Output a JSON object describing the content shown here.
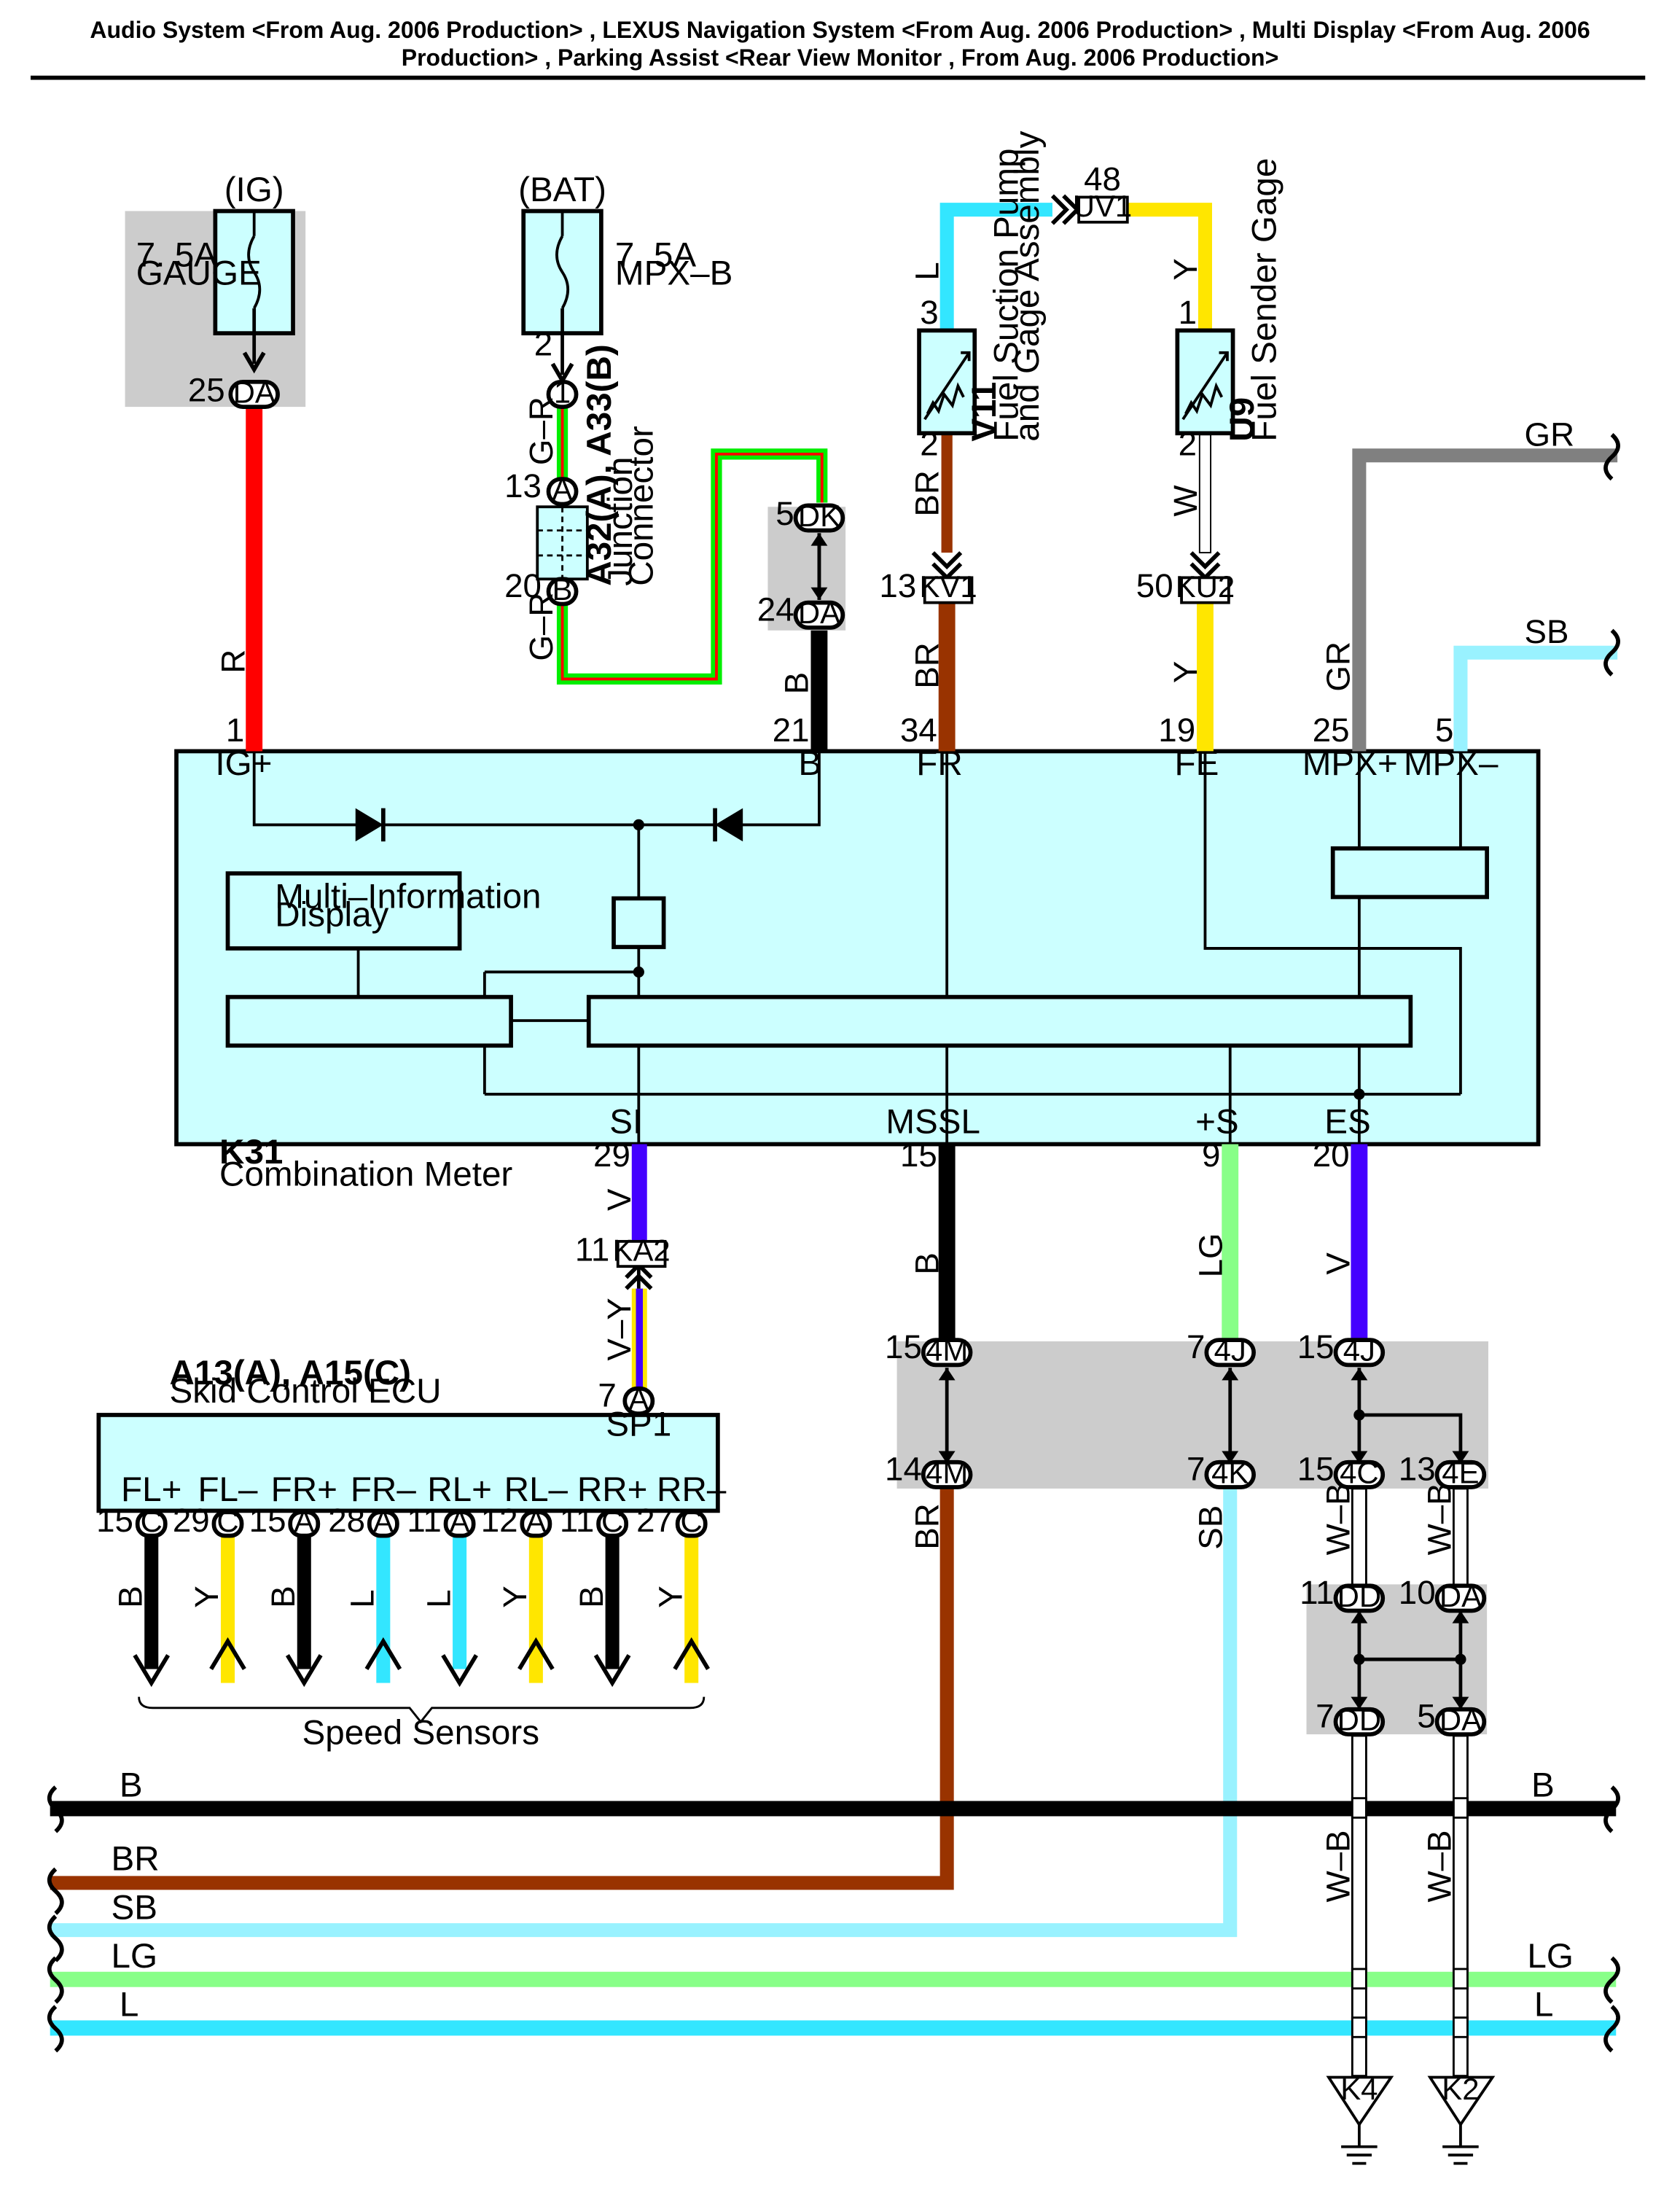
{
  "title": {
    "line1": "Audio System <From Aug. 2006 Production> , LEXUS Navigation System <From Aug. 2006 Production> , Multi Display <From Aug. 2006",
    "line2": "Production> , Parking Assist <Rear View Monitor , From Aug. 2006 Production>"
  },
  "colors": {
    "R": "#ff0000",
    "B": "#000000",
    "BR": "#993300",
    "L": "#33e6ff",
    "Y": "#ffe600",
    "W": "#ffffff",
    "GR": "#808080",
    "SB": "#99f2ff",
    "V": "#4400ff",
    "LG": "#88ff88",
    "G": "#00ee00",
    "component_fill": "#ccffff",
    "splice_fill": "#cccccc"
  },
  "fuses": {
    "ig": {
      "source": "(IG)",
      "rating": "7. 5A",
      "name": "GAUGE"
    },
    "bat": {
      "source": "(BAT)",
      "rating": "7. 5A",
      "name": "MPX–B"
    }
  },
  "connectors": {
    "da25": {
      "pin": "25",
      "id": "DA"
    },
    "fuse_out_pin": "2",
    "c1": {
      "id": "1"
    },
    "a32": {
      "pin": "13",
      "id": "A"
    },
    "a33": {
      "pin": "20",
      "id": "B"
    },
    "dk5": {
      "pin": "5",
      "id": "DK"
    },
    "da24": {
      "pin": "24",
      "id": "DA"
    },
    "uv1": {
      "pin": "48",
      "id": "UV1"
    },
    "kv1": {
      "pin": "13",
      "id": "KV1"
    },
    "ku2": {
      "pin": "50",
      "id": "KU2"
    },
    "ka2": {
      "pin": "11",
      "id": "KA2"
    },
    "sp1a": {
      "pin": "7",
      "id": "A"
    },
    "m4_top": {
      "pin": "15",
      "id": "4M"
    },
    "m4_bot": {
      "pin": "14",
      "id": "4M"
    },
    "j4_a": {
      "pin": "7",
      "id": "4J"
    },
    "j4_b": {
      "pin": "15",
      "id": "4J"
    },
    "k4": {
      "pin": "7",
      "id": "4K"
    },
    "c4": {
      "pin": "15",
      "id": "4C"
    },
    "e4": {
      "pin": "13",
      "id": "4E"
    },
    "dd11": {
      "pin": "11",
      "id": "DD"
    },
    "da10": {
      "pin": "10",
      "id": "DA"
    },
    "dd7": {
      "pin": "7",
      "id": "DD"
    },
    "da5": {
      "pin": "5",
      "id": "DA"
    },
    "ground_k4": "K4",
    "ground_k2": "K2"
  },
  "junction_connector": {
    "id": "A32(A), A33(B)",
    "line1": "Junction",
    "line2": "Connector"
  },
  "sensors": {
    "v11": {
      "id": "V11",
      "line1": "Fuel Suction Pump",
      "line2": "and Gage Assembly",
      "pin_top": "3",
      "pin_bottom": "2"
    },
    "u9": {
      "id": "U9",
      "name": "Fuel Sender Gage",
      "pin_top": "1",
      "pin_bottom": "2"
    }
  },
  "combination_meter": {
    "id": "K31",
    "name": "Combination Meter",
    "display": {
      "line1": "Multi–Information",
      "line2": "Display"
    },
    "top_terminals": [
      {
        "pin": "1",
        "name": "IG+"
      },
      {
        "pin": "21",
        "name": "B"
      },
      {
        "pin": "34",
        "name": "FR"
      },
      {
        "pin": "19",
        "name": "FE"
      },
      {
        "pin": "25",
        "name": "MPX+"
      },
      {
        "pin": "5",
        "name": "MPX–"
      }
    ],
    "bottom_terminals": [
      {
        "pin": "29",
        "name": "SI"
      },
      {
        "pin": "15",
        "name": "MSSL"
      },
      {
        "pin": "9",
        "name": "+S"
      },
      {
        "pin": "20",
        "name": "ES"
      }
    ]
  },
  "wire_labels": {
    "r": "R",
    "g_r_top": "G–R",
    "g_r_bot": "G–R",
    "b_top": "B",
    "l": "L",
    "br_top": "BR",
    "br_mid": "BR",
    "y_top": "Y",
    "w": "W",
    "y_mid": "Y",
    "gr_right": "GR",
    "gr_vert": "GR",
    "sb_right": "SB",
    "v_si": "V",
    "v_y": "V–Y",
    "b_mssl": "B",
    "lg_s": "LG",
    "v_es": "V",
    "br_low": "BR",
    "sb_low": "SB",
    "wb1": "W–B",
    "wb2": "W–B",
    "wb3": "W–B",
    "wb4": "W–B"
  },
  "skid_ecu": {
    "id": "A13(A), A15(C)",
    "name": "Skid Control ECU",
    "terminal": "SP1",
    "pins": [
      {
        "name": "FL+",
        "pin": "15",
        "conn": "C",
        "wire": "B"
      },
      {
        "name": "FL–",
        "pin": "29",
        "conn": "C",
        "wire": "Y"
      },
      {
        "name": "FR+",
        "pin": "15",
        "conn": "A",
        "wire": "B"
      },
      {
        "name": "FR–",
        "pin": "28",
        "conn": "A",
        "wire": "L"
      },
      {
        "name": "RL+",
        "pin": "11",
        "conn": "A",
        "wire": "L"
      },
      {
        "name": "RL–",
        "pin": "12",
        "conn": "A",
        "wire": "Y"
      },
      {
        "name": "RR+",
        "pin": "11",
        "conn": "C",
        "wire": "B"
      },
      {
        "name": "RR–",
        "pin": "27",
        "conn": "C",
        "wire": "Y"
      }
    ],
    "sensors_label": "Speed Sensors"
  },
  "buses": [
    {
      "left": "B",
      "right": "B",
      "color": "B"
    },
    {
      "left": "BR",
      "right": "",
      "color": "BR"
    },
    {
      "left": "SB",
      "right": "",
      "color": "SB"
    },
    {
      "left": "LG",
      "right": "LG",
      "color": "LG"
    },
    {
      "left": "L",
      "right": "L",
      "color": "L"
    }
  ]
}
